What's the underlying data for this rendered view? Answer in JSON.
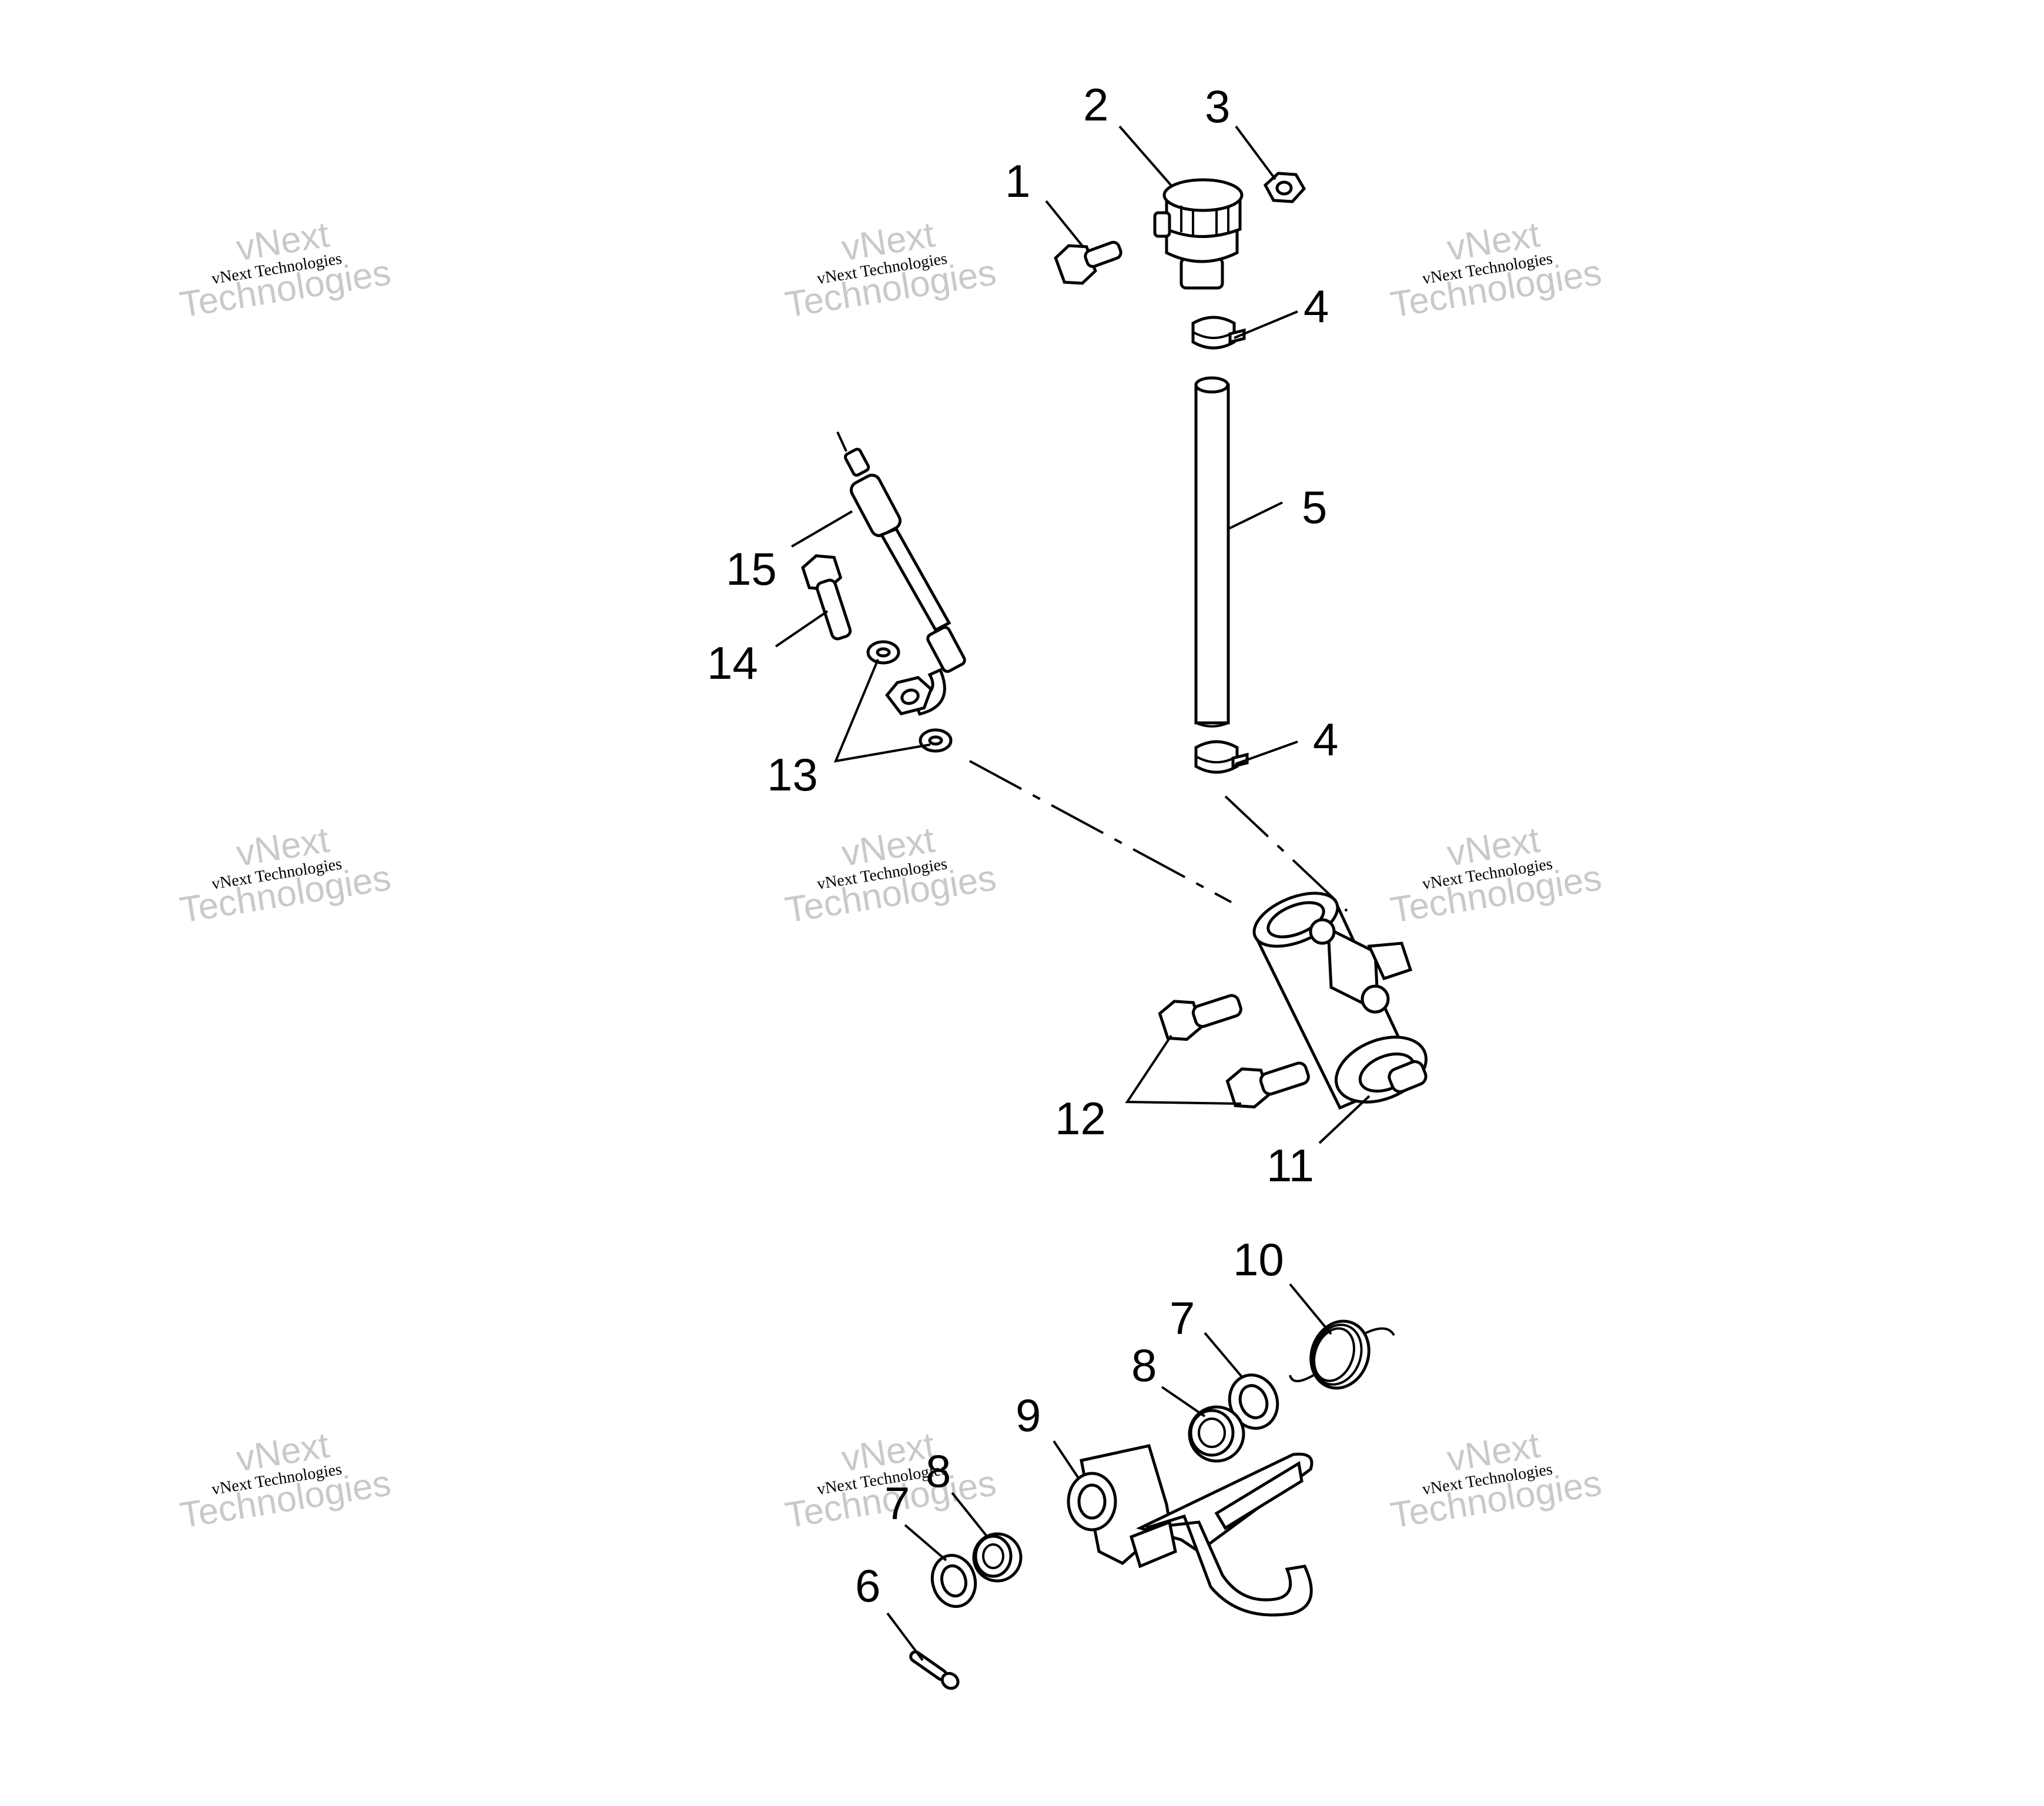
{
  "watermark": {
    "text": "vNext Technologies",
    "big_line_1": "vNext",
    "big_line_2": "Technologies"
  },
  "callouts": [
    {
      "id": "1",
      "label": "1"
    },
    {
      "id": "2",
      "label": "2"
    },
    {
      "id": "3",
      "label": "3"
    },
    {
      "id": "4a",
      "label": "4"
    },
    {
      "id": "5",
      "label": "5"
    },
    {
      "id": "4b",
      "label": "4"
    },
    {
      "id": "15",
      "label": "15"
    },
    {
      "id": "14",
      "label": "14"
    },
    {
      "id": "13",
      "label": "13"
    },
    {
      "id": "12",
      "label": "12"
    },
    {
      "id": "11",
      "label": "11"
    },
    {
      "id": "10",
      "label": "10"
    },
    {
      "id": "7a",
      "label": "7"
    },
    {
      "id": "8a",
      "label": "8"
    },
    {
      "id": "9",
      "label": "9"
    },
    {
      "id": "8b",
      "label": "8"
    },
    {
      "id": "7b",
      "label": "7"
    },
    {
      "id": "6",
      "label": "6"
    }
  ]
}
